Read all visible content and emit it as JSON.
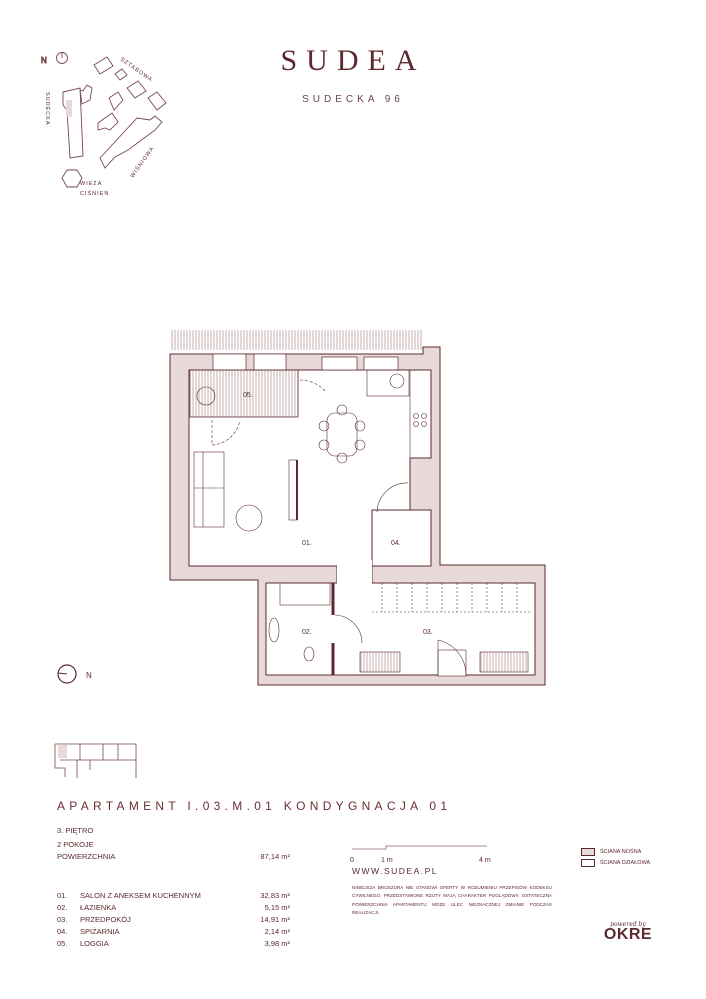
{
  "header": {
    "brand": "SUDEA",
    "address": "SUDECKA 96"
  },
  "site_map": {
    "north": "N",
    "streets": [
      "SZTABOWA",
      "SUDECKA",
      "WIŚNIOWA"
    ],
    "landmark_line1": "WIEŻA",
    "landmark_line2": "CIŚNIEŃ"
  },
  "plan": {
    "rooms": [
      {
        "number": "01.",
        "name": "SALON Z ANEKSEM KUCHENNYM",
        "area": "32,83 m²"
      },
      {
        "number": "02.",
        "name": "ŁAZIENKA",
        "area": "5,15 m²"
      },
      {
        "number": "03.",
        "name": "PRZEDPOKÓJ",
        "area": "14,91 m²"
      },
      {
        "number": "04.",
        "name": "SPIŻARNIA",
        "area": "2,14 m²"
      },
      {
        "number": "05.",
        "name": "LOGGIA",
        "area": "3,98 m²"
      }
    ],
    "compass_label": "N"
  },
  "apartment": {
    "title": "APARTAMENT I.03.M.01 KONDYGNACJA 01",
    "floor": "3. PIĘTRO",
    "rooms_count": "2 POKOJE",
    "area_label": "POWIERZCHNIA",
    "area_value": "87,14 m²"
  },
  "scale": {
    "zero": "0",
    "one": "1 m",
    "four": "4 m"
  },
  "legend": {
    "load_bearing": "ŚCIANA NOŚNA",
    "partition": "ŚCIANA DZIAŁOWA"
  },
  "footer": {
    "website": "WWW.SUDEA.PL",
    "disclaimer": "NINIEJSZA BROSZURA NIE STANOWI OFERTY W ROZUMIENIU PRZEPISÓW KODEKSU CYWILNEGO. PRZEDSTAWIONE RZUTY MAJĄ CHARAKTER POGLĄDOWY. OSTATECZNA POWIERZCHNIA APARTAMENTU MOŻE ULEC NIEZNACZNEJ ZMIANIE PODCZAS REALIZACJI.",
    "powered_by": "powered by",
    "logo": "OKRE"
  },
  "colors": {
    "accent": "#5c2a2e",
    "wall_fill": "#e8d9d9"
  }
}
